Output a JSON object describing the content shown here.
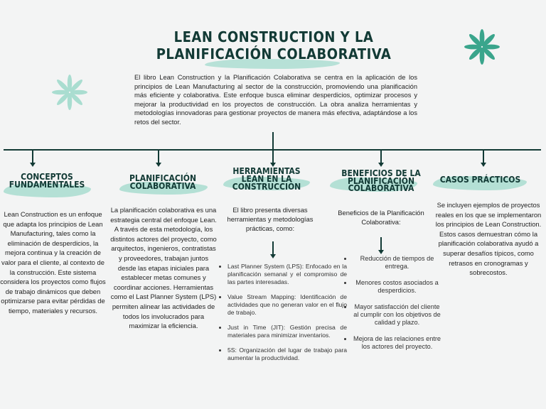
{
  "title": "LEAN CONSTRUCTION Y LA PLANIFICACIÓN COLABORATIVA",
  "intro": "El libro Lean Construction y la Planificación Colaborativa se centra en la aplicación de los principios de Lean Manufacturing al sector de la construcción, promoviendo una planificación más eficiente y colaborativa. Este enfoque busca eliminar desperdicios, optimizar procesos y mejorar la productividad en los proyectos de construcción. La obra analiza herramientas y metodologías innovadoras para gestionar proyectos de manera más efectiva, adaptándose a los retos del sector.",
  "colors": {
    "dark_green": "#123a35",
    "mint": "#a8dccf",
    "star_mid": "#3aa58c",
    "star_light": "#a9ddd0"
  },
  "columns": [
    {
      "title": "CONCEPTOS FUNDAMENTALES",
      "text": "Lean Construction es un enfoque que adapta los principios de Lean Manufacturing, tales como la eliminación de desperdicios, la mejora continua y la creación de valor para el cliente, al contexto de la construcción. Este sistema considera los proyectos como flujos de trabajo dinámicos que deben optimizarse para evitar pérdidas de tiempo, materiales y recursos."
    },
    {
      "title": "PLANIFICACIÓN COLABORATIVA",
      "text": "La planificación colaborativa es una estrategia central del enfoque Lean. A través de esta metodología, los distintos actores del proyecto, como arquitectos, ingenieros, contratistas y proveedores, trabajan juntos desde las etapas iniciales para establecer metas comunes y coordinar acciones. Herramientas como el Last Planner System (LPS) permiten alinear las actividades de todos los involucrados para maximizar la eficiencia."
    },
    {
      "title": "HERRAMIENTAS LEAN EN LA CONSTRUCCIÓN",
      "text": "El libro presenta diversas herramientas y metodologías prácticas, como:",
      "items": [
        "Last Planner System (LPS): Enfocado en la planificación semanal y el compromiso de las partes interesadas.",
        "Value Stream Mapping: Identificación de actividades que no generan valor en el flujo de trabajo.",
        "Just in Time (JIT): Gestión precisa de materiales para minimizar inventarios.",
        "5S: Organización del lugar de trabajo para aumentar la productividad."
      ]
    },
    {
      "title": "BENEFICIOS DE LA PLANIFICACIÓN COLABORATIVA",
      "text": "Beneficios de la Planificación Colaborativa:",
      "items": [
        "Reducción de tiempos de entrega.",
        "Menores costos asociados a desperdicios.",
        "Mayor satisfacción del cliente al cumplir con los objetivos de calidad y plazo.",
        "Mejora de las relaciones entre los actores del proyecto."
      ]
    },
    {
      "title": "CASOS PRÁCTICOS",
      "text": "Se incluyen ejemplos de proyectos reales en los que se implementaron los principios de Lean Construction. Estos casos demuestran cómo la planificación colaborativa ayudó a superar desafíos típicos, como retrasos en cronogramas y sobrecostos."
    }
  ]
}
